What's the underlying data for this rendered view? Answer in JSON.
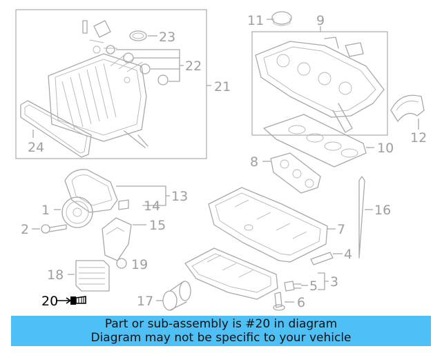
{
  "callouts": {
    "c1": "1",
    "c2": "2",
    "c3": "3",
    "c4": "4",
    "c5": "5",
    "c6": "6",
    "c7": "7",
    "c8": "8",
    "c9": "9",
    "c10": "10",
    "c11": "11",
    "c12": "12",
    "c13": "13",
    "c14": "14",
    "c15": "15",
    "c16": "16",
    "c17": "17",
    "c18": "18",
    "c19": "19",
    "c20": "20",
    "c21": "21",
    "c22": "22",
    "c23": "23",
    "c24": "24"
  },
  "highlighted_part": "20",
  "banner": {
    "line1": "Part or sub-assembly is #20 in diagram",
    "line2": "Diagram may not be specific to your vehicle"
  },
  "colors": {
    "banner_bg": "#4ec0f5",
    "line_art": "#a8a8a8",
    "highlight": "#000000"
  }
}
